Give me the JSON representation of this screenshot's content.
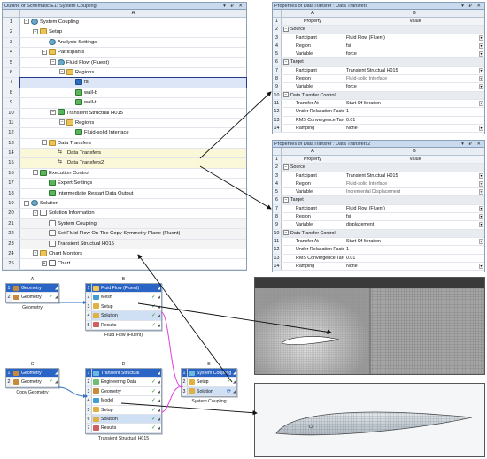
{
  "outline": {
    "title": "Outline of Schematic E1: System Coupling",
    "title_buttons": "▾ ₽ ✕",
    "col_a": "A",
    "rows": [
      {
        "n": "1",
        "text": "System Coupling",
        "indent": 0,
        "icon": "gear",
        "exp": "−"
      },
      {
        "n": "2",
        "text": "Setup",
        "indent": 1,
        "icon": "fold",
        "exp": "−"
      },
      {
        "n": "3",
        "text": "Analysis Settings",
        "indent": 2,
        "icon": "gear",
        "exp": ""
      },
      {
        "n": "4",
        "text": "Participants",
        "indent": 2,
        "icon": "fold",
        "exp": "−"
      },
      {
        "n": "5",
        "text": "Fluid Flow (Fluent)",
        "indent": 3,
        "icon": "gear",
        "exp": "−"
      },
      {
        "n": "6",
        "text": "Regions",
        "indent": 4,
        "icon": "fold",
        "exp": "−"
      },
      {
        "n": "7",
        "text": "fsi",
        "indent": 5,
        "icon": "blue",
        "exp": "",
        "state": "sel"
      },
      {
        "n": "8",
        "text": "wall-b",
        "indent": 5,
        "icon": "green",
        "exp": ""
      },
      {
        "n": "9",
        "text": "wall-t",
        "indent": 5,
        "icon": "green",
        "exp": ""
      },
      {
        "n": "10",
        "text": "Transient Structual H015",
        "indent": 3,
        "icon": "green",
        "exp": "−"
      },
      {
        "n": "11",
        "text": "Regions",
        "indent": 4,
        "icon": "fold",
        "exp": "−"
      },
      {
        "n": "12",
        "text": "Fluid-solid Interface",
        "indent": 5,
        "icon": "green",
        "exp": ""
      },
      {
        "n": "13",
        "text": "Data Transfers",
        "indent": 2,
        "icon": "fold",
        "exp": "−"
      },
      {
        "n": "14",
        "text": "Data Transfers",
        "indent": 3,
        "icon": "xfer",
        "exp": "",
        "state": "hl"
      },
      {
        "n": "15",
        "text": "Data Transfers2",
        "indent": 3,
        "icon": "xfer",
        "exp": "",
        "state": "hl"
      },
      {
        "n": "16",
        "text": "Execution Control",
        "indent": 1,
        "icon": "green",
        "exp": "−"
      },
      {
        "n": "17",
        "text": "Expert Settings",
        "indent": 2,
        "icon": "green",
        "exp": ""
      },
      {
        "n": "18",
        "text": "Intermediate Restart Data Output",
        "indent": 2,
        "icon": "green",
        "exp": ""
      },
      {
        "n": "19",
        "text": "Solution",
        "indent": 0,
        "icon": "gear",
        "exp": "−"
      },
      {
        "n": "20",
        "text": "Solution Information",
        "indent": 1,
        "icon": "doc",
        "exp": "−"
      },
      {
        "n": "21",
        "text": "System Coupling",
        "indent": 2,
        "icon": "doc",
        "exp": "",
        "state": "hlg"
      },
      {
        "n": "22",
        "text": "Set Fluid Flow On The Copy Symmetry Plane (Fluent)",
        "indent": 2,
        "icon": "doc",
        "exp": "",
        "state": "hlg"
      },
      {
        "n": "23",
        "text": "Transient Structual H015",
        "indent": 2,
        "icon": "doc",
        "exp": "",
        "state": "hlg"
      },
      {
        "n": "24",
        "text": "Chart Monitors",
        "indent": 1,
        "icon": "fold",
        "exp": "−"
      },
      {
        "n": "25",
        "text": "Chart",
        "indent": 2,
        "icon": "chart",
        "exp": "+"
      }
    ]
  },
  "props1": {
    "title": "Properties of DataTransfer : Data Transfers",
    "title_buttons": "▾ ₽ ✕",
    "col_a": "A",
    "col_b": "B",
    "rows": [
      {
        "n": "1",
        "a": "Property",
        "b": "Value",
        "kind": "hdr"
      },
      {
        "n": "2",
        "a": "Source",
        "b": "",
        "kind": "sec"
      },
      {
        "n": "3",
        "a": "Partcipant",
        "b": "Fluid Flow (Fluent)",
        "dd": true
      },
      {
        "n": "4",
        "a": "Region",
        "b": "fsi",
        "dd": true
      },
      {
        "n": "5",
        "a": "Variable",
        "b": "force",
        "dd": true
      },
      {
        "n": "6",
        "a": "Target",
        "b": "",
        "kind": "sec"
      },
      {
        "n": "7",
        "a": "Partcipant",
        "b": "Transient Structual H015",
        "dd": true
      },
      {
        "n": "8",
        "a": "Region",
        "b": "Fluid-solid Interface",
        "dd": true,
        "grey": true
      },
      {
        "n": "9",
        "a": "Variable",
        "b": "force",
        "dd": true
      },
      {
        "n": "10",
        "a": "Data Transfer Control",
        "b": "",
        "kind": "sec"
      },
      {
        "n": "11",
        "a": "Transfer At",
        "b": "Start Of Iteration",
        "dd": true
      },
      {
        "n": "12",
        "a": "Under Relaxation Factor",
        "b": "1"
      },
      {
        "n": "13",
        "a": "RMS Convergence Target",
        "b": "0.01"
      },
      {
        "n": "14",
        "a": "Ramping",
        "b": "None",
        "dd": true
      }
    ]
  },
  "props2": {
    "title": "Properties of DataTransfer : Data Transfers2",
    "title_buttons": "▾ ₽ ✕",
    "col_a": "A",
    "col_b": "B",
    "rows": [
      {
        "n": "1",
        "a": "Property",
        "b": "Value",
        "kind": "hdr"
      },
      {
        "n": "2",
        "a": "Source",
        "b": "",
        "kind": "sec"
      },
      {
        "n": "3",
        "a": "Partcipant",
        "b": "Transient Structual H015",
        "dd": true
      },
      {
        "n": "4",
        "a": "Region",
        "b": "Fluid-solid Interface",
        "dd": true,
        "grey": true
      },
      {
        "n": "5",
        "a": "Variable",
        "b": "Incremental Displacement",
        "dd": true,
        "grey": true
      },
      {
        "n": "6",
        "a": "Target",
        "b": "",
        "kind": "sec"
      },
      {
        "n": "7",
        "a": "Partcipant",
        "b": "Fluid Flow (Fluent)",
        "dd": true
      },
      {
        "n": "8",
        "a": "Region",
        "b": "fsi",
        "dd": true
      },
      {
        "n": "9",
        "a": "Variable",
        "b": "displacement",
        "dd": true
      },
      {
        "n": "10",
        "a": "Data Transfer Control",
        "b": "",
        "kind": "sec"
      },
      {
        "n": "11",
        "a": "Transfer At",
        "b": "Start Of Iteration",
        "dd": true
      },
      {
        "n": "12",
        "a": "Under Relaxation Factor",
        "b": "1"
      },
      {
        "n": "13",
        "a": "RMS Convergence Target",
        "b": "0.01"
      },
      {
        "n": "14",
        "a": "Ramping",
        "b": "None",
        "dd": true
      }
    ]
  },
  "systems": [
    {
      "id": "sysA",
      "letter": "A",
      "caption": "Geometry",
      "rows": [
        {
          "n": "1",
          "t": "Geometry",
          "head": true,
          "icon": "#c78a3a"
        },
        {
          "n": "2",
          "t": "Geometry",
          "icon": "#c78a3a",
          "mark": "✓"
        }
      ]
    },
    {
      "id": "sysB",
      "letter": "B",
      "caption": "Fluid Flow (Fluent)",
      "rows": [
        {
          "n": "1",
          "t": "Fluid Flow (Fluent)",
          "head": true,
          "icon": "#f2c94c"
        },
        {
          "n": "2",
          "t": "Mesh",
          "icon": "#3fa0d0",
          "mark": "✓"
        },
        {
          "n": "3",
          "t": "Setup",
          "icon": "#e0b040",
          "mark": "✓"
        },
        {
          "n": "4",
          "t": "Solution",
          "icon": "#e0b040",
          "mark": "✓",
          "sel": true
        },
        {
          "n": "5",
          "t": "Results",
          "icon": "#d06060",
          "mark": "✓"
        }
      ]
    },
    {
      "id": "sysC",
      "letter": "C",
      "caption": "Copy Geometry",
      "rows": [
        {
          "n": "1",
          "t": "Geometry",
          "head": true,
          "icon": "#c78a3a"
        },
        {
          "n": "2",
          "t": "Geometry",
          "icon": "#c78a3a",
          "mark": "✓"
        }
      ]
    },
    {
      "id": "sysD",
      "letter": "D",
      "caption": "Transient Structual H015",
      "rows": [
        {
          "n": "1",
          "t": "Transient Structual",
          "head": true,
          "icon": "#6cb8e0"
        },
        {
          "n": "2",
          "t": "Engineering Data",
          "icon": "#6fbf6f",
          "mark": "✓"
        },
        {
          "n": "3",
          "t": "Geometry",
          "icon": "#c78a3a",
          "mark": "✓"
        },
        {
          "n": "4",
          "t": "Model",
          "icon": "#3fa0d0",
          "mark": "✓"
        },
        {
          "n": "5",
          "t": "Setup",
          "icon": "#e0b040",
          "mark": "✓"
        },
        {
          "n": "6",
          "t": "Solution",
          "icon": "#e0b040",
          "mark": "✓",
          "sel": true
        },
        {
          "n": "7",
          "t": "Results",
          "icon": "#d06060",
          "mark": "✓"
        }
      ]
    },
    {
      "id": "sysE",
      "letter": "E",
      "caption": "System Coupling",
      "rows": [
        {
          "n": "1",
          "t": "System Coupling",
          "head": true,
          "icon": "#6cb8e0"
        },
        {
          "n": "2",
          "t": "Setup",
          "icon": "#e0b040",
          "mark": "✓"
        },
        {
          "n": "3",
          "t": "Solution",
          "icon": "#e0b040",
          "mark": "⟳",
          "sel": true
        }
      ]
    }
  ],
  "colors": {
    "accent": "#2a64c5",
    "link": "#e040e0",
    "link2": "#3070c0"
  }
}
